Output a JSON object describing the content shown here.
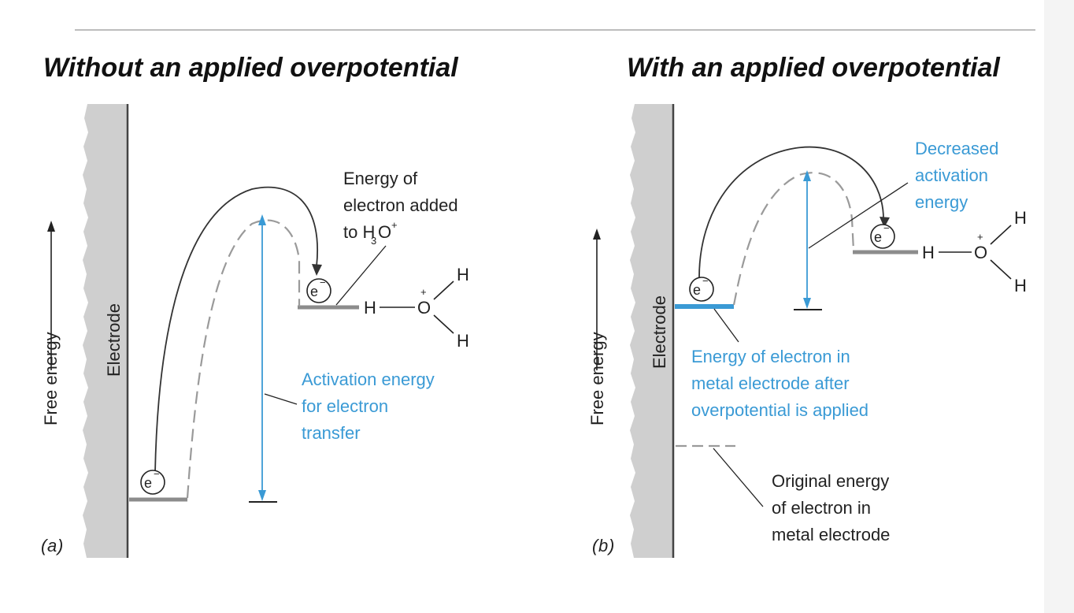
{
  "panel_a": {
    "title": "Without an applied overpotential",
    "y_label": "Free energy",
    "electrode_label": "Electrode",
    "electron_label": "e",
    "electron_charge": "−",
    "annotation_energy_added": [
      "Energy of",
      "electron added",
      "to H"
    ],
    "annotation_subscript": "3",
    "annotation_species": "O",
    "annotation_charge": "+",
    "activation_label": [
      "Activation energy",
      "for electron",
      "transfer"
    ],
    "hydronium": {
      "h_top": "H",
      "h_left": "H",
      "o": "O",
      "h_bottom": "H",
      "plus": "+"
    },
    "panel_letter": "a"
  },
  "panel_b": {
    "title": "With an applied overpotential",
    "y_label": "Free energy",
    "electrode_label": "Electrode",
    "electron_label": "e",
    "electron_charge": "−",
    "decreased_label": [
      "Decreased",
      "activation",
      "energy"
    ],
    "applied_label": [
      "Energy of electron in",
      "metal electrode after",
      "overpotential is applied"
    ],
    "original_label": [
      "Original energy",
      "of electron in",
      "metal electrode"
    ],
    "hydronium": {
      "h_top": "H",
      "h_left": "H",
      "o": "O",
      "h_bottom": "H",
      "plus": "+"
    },
    "panel_letter": "b"
  },
  "colors": {
    "blue": "#3a9ad5",
    "electrode": "#cfcfcf",
    "level": "#8c8c8c",
    "text": "#222222"
  }
}
